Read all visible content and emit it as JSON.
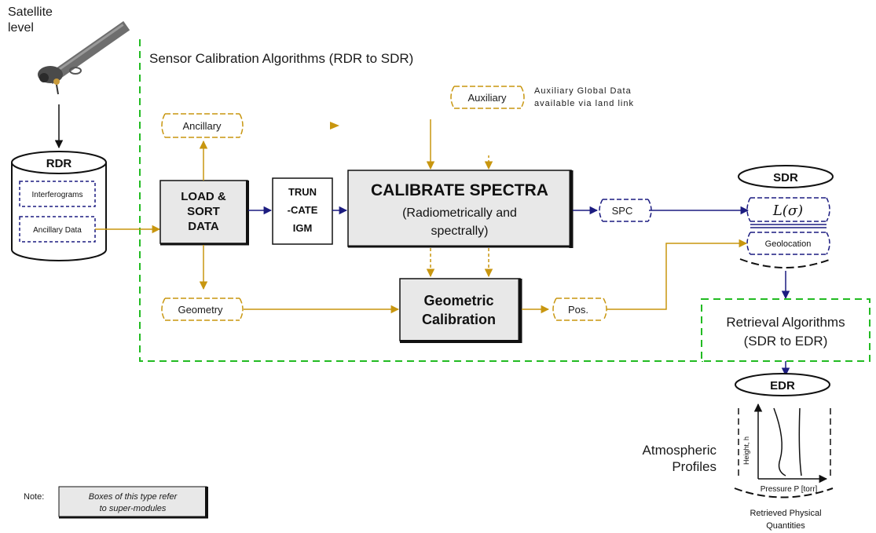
{
  "satellite": {
    "label_line1": "Satellite",
    "label_line2": "level"
  },
  "region_sensor_title": "Sensor Calibration Algorithms (RDR to SDR)",
  "rdr": {
    "title": "RDR",
    "items": [
      "Interferograms",
      "Ancillary Data"
    ]
  },
  "ancillary_label": "Ancillary",
  "auxiliary": {
    "label": "Auxiliary",
    "note_line1": "Auxiliary Global Data",
    "note_line2": "available via land link"
  },
  "load_sort": {
    "line1": "LOAD &",
    "line2": "SORT",
    "line3": "DATA"
  },
  "truncate": {
    "line1": "TRUN",
    "line2": "-CATE",
    "line3": "IGM"
  },
  "calibrate": {
    "title": "CALIBRATE SPECTRA",
    "sub1": "(Radiometrically and",
    "sub2": "spectrally)"
  },
  "spc_label": "SPC",
  "sdr": {
    "title": "SDR",
    "radiance": "L(σ)",
    "geolocation": "Geolocation"
  },
  "geometry_label": "Geometry",
  "geometric": {
    "line1": "Geometric",
    "line2": "Calibration"
  },
  "pos_label": "Pos.",
  "retrieval": {
    "line1": "Retrieval Algorithms",
    "line2": "(SDR to EDR)"
  },
  "edr": {
    "title": "EDR",
    "y_axis": "Height, h",
    "x_axis": "Pressure P [torr]",
    "caption1": "Retrieved Physical",
    "caption2": "Quantities"
  },
  "atmospheric": {
    "line1": "Atmospheric",
    "line2": "Profiles"
  },
  "note": {
    "label": "Note:",
    "line1": "Boxes of this type refer",
    "line2": "to super-modules"
  },
  "colors": {
    "flow_gold": "#c8960f",
    "flow_navy": "#1c1c80",
    "region_green": "#22bb22",
    "module_fill": "#e8e8e8"
  }
}
